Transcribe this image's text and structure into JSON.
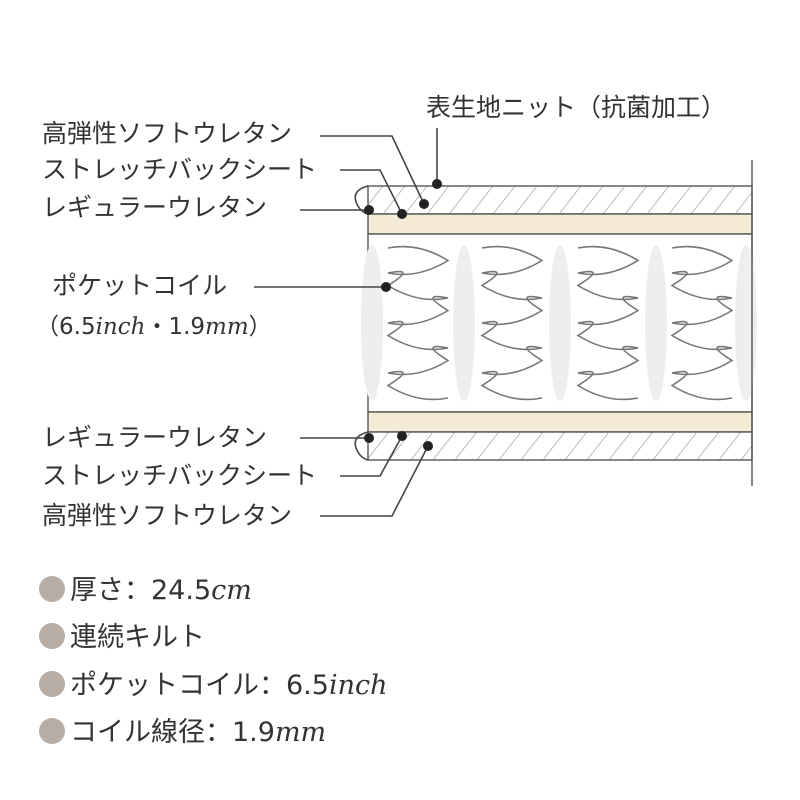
{
  "labels": {
    "top_fabric": "表生地ニット（抗菌加工）",
    "top_soft_urethane": "高弾性ソフトウレタン",
    "top_stretch_sheet": "ストレッチバックシート",
    "top_regular_urethane": "レギュラーウレタン",
    "pocket_coil": "ポケットコイル",
    "pocket_coil_spec_open": "（6.5",
    "pocket_coil_spec_inch": "inch",
    "pocket_coil_spec_mid": "・1.9",
    "pocket_coil_spec_mm": "mm",
    "pocket_coil_spec_close": "）",
    "bottom_regular_urethane": "レギュラーウレタン",
    "bottom_stretch_sheet": "ストレッチバックシート",
    "bottom_soft_urethane": "高弾性ソフトウレタン"
  },
  "specs": [
    {
      "text": "厚さ：24.5",
      "unit": "cm"
    },
    {
      "text": "連続キルト",
      "unit": ""
    },
    {
      "text": "ポケットコイル：6.5",
      "unit": "inch"
    },
    {
      "text": "コイル線径：1.9",
      "unit": "mm"
    }
  ],
  "colors": {
    "line": "#555555",
    "cream_layer": "#f4ead6",
    "coil_bg": "#f2f2f2",
    "bullet": "#b8ada4"
  }
}
